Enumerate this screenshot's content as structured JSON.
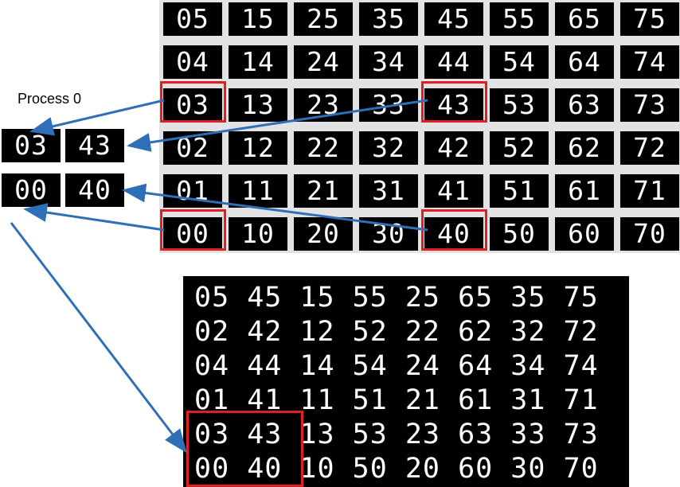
{
  "grid": {
    "rows": [
      [
        "05",
        "15",
        "25",
        "35",
        "45",
        "55",
        "65",
        "75"
      ],
      [
        "04",
        "14",
        "24",
        "34",
        "44",
        "54",
        "64",
        "74"
      ],
      [
        "03",
        "13",
        "23",
        "33",
        "43",
        "53",
        "63",
        "73"
      ],
      [
        "02",
        "12",
        "22",
        "32",
        "42",
        "52",
        "62",
        "72"
      ],
      [
        "01",
        "11",
        "21",
        "31",
        "41",
        "51",
        "61",
        "71"
      ],
      [
        "00",
        "10",
        "20",
        "30",
        "40",
        "50",
        "60",
        "70"
      ]
    ]
  },
  "process": {
    "label": "Process 0",
    "cells": [
      [
        "03",
        "43"
      ],
      [
        "00",
        "40"
      ]
    ]
  },
  "result": {
    "rows": [
      "05 45 15 55 25 65 35 75",
      "02 42 12 52 22 62 32 72",
      "04 44 14 54 24 64 34 74",
      "01 41 11 51 21 61 31 71",
      "03 43 13 53 23 63 33 73",
      "00 40 10 50 20 60 30 70"
    ]
  },
  "colors": {
    "cell_bg": "#000000",
    "text": "#ffffff",
    "highlight": "#e02020",
    "arrow": "#2f6fb7"
  }
}
